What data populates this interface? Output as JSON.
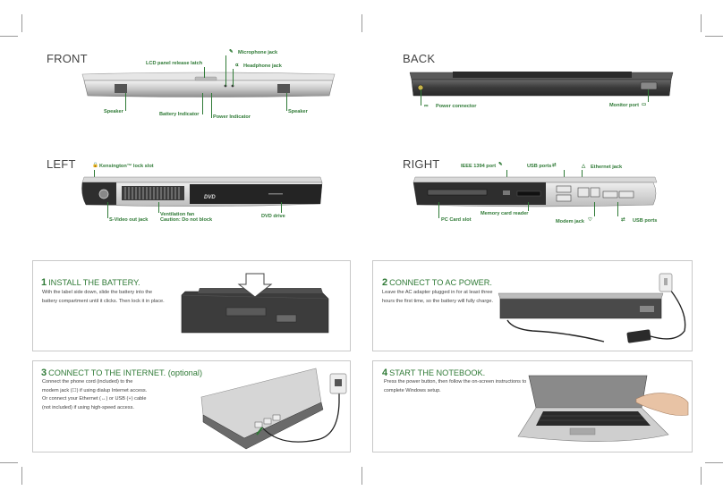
{
  "views": {
    "front": {
      "title": "FRONT",
      "labels": {
        "lcd_release": "LCD panel release latch",
        "microphone": "Microphone jack",
        "headphone": "Headphone jack",
        "speaker_left": "Speaker",
        "battery_indicator": "Battery Indicator",
        "power_indicator": "Power Indicator",
        "speaker_right": "Speaker"
      }
    },
    "back": {
      "title": "BACK",
      "labels": {
        "power_connector": "Power connector",
        "monitor_port": "Monitor port"
      }
    },
    "left": {
      "title": "LEFT",
      "labels": {
        "kensington": "Kensington™ lock slot",
        "svideo": "S-Video out jack",
        "vent1": "Ventilation fan",
        "vent2": "Caution: Do not block",
        "dvd": "DVD drive"
      }
    },
    "right": {
      "title": "RIGHT",
      "labels": {
        "ieee": "IEEE 1394 port",
        "usb_top": "USB ports",
        "ethernet": "Ethernet jack",
        "pccard": "PC Card slot",
        "memory": "Memory card reader",
        "modem": "Modem jack",
        "usb_bottom": "USB ports"
      }
    }
  },
  "steps": [
    {
      "num": "1",
      "title": "INSTALL THE BATTERY.",
      "body": [
        "With the label side down, slide the battery into the",
        "battery compartment until it clicks. Then lock it in place."
      ]
    },
    {
      "num": "2",
      "title": "CONNECT TO AC POWER.",
      "body": [
        "Leave the AC adapter plugged in for at least three",
        "hours the first time, so the battery will fully charge."
      ]
    },
    {
      "num": "3",
      "title": "CONNECT TO THE INTERNET. (optional)",
      "body": [
        "Connect the phone cord (included) to the",
        "modem jack (☐) if using dialup Internet access.",
        "Or connect your Ethernet (↔) or USB (⑂) cable",
        "(not included) if using high-speed access."
      ]
    },
    {
      "num": "4",
      "title": "START THE NOTEBOOK.",
      "body": [
        "Press the power button, then follow the on-screen instructions to",
        "complete Windows setup."
      ]
    }
  ],
  "colors": {
    "accent": "#2f7a36",
    "border": "#c8c8c8",
    "title": "#444444"
  }
}
